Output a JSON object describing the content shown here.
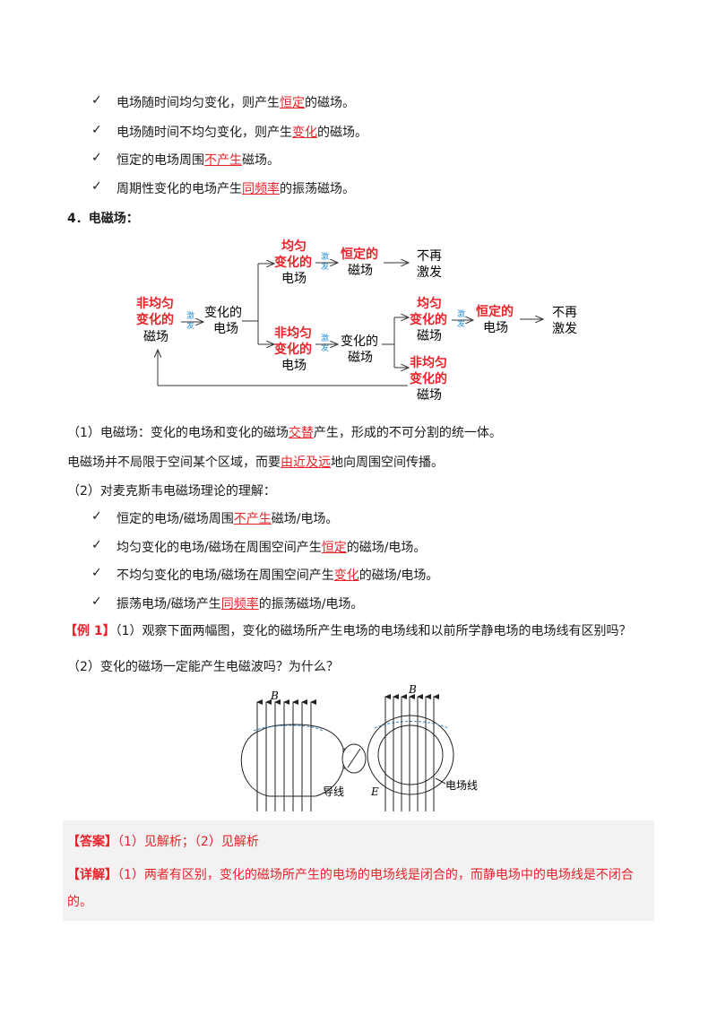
{
  "section3_items": [
    {
      "before": "电场随时间均匀变化，则产生",
      "em": "恒定",
      "after": "的磁场。"
    },
    {
      "before": "电场随时间不均匀变化，则产生",
      "em": "变化",
      "after": "的磁场。"
    },
    {
      "before": "恒定的电场周围",
      "em": "不产生",
      "after": "磁场。"
    },
    {
      "before": "周期性变化的电场产生",
      "em": "同频率",
      "after": "的振荡磁场。"
    }
  ],
  "heading4": "4．电磁场：",
  "flow": {
    "n_start_red": [
      "非均匀",
      "变化的"
    ],
    "n_start_black": "磁场",
    "arrow_label": [
      "激",
      "发"
    ],
    "n_changing_e": [
      "变化的",
      "电场"
    ],
    "top_red": [
      "均匀",
      "变化的"
    ],
    "top_black": "电场",
    "top_result_red": "恒定的",
    "top_result_black": "磁场",
    "top_end": [
      "不再",
      "激发"
    ],
    "mid_red": [
      "非均匀",
      "变化的"
    ],
    "mid_black": "电场",
    "mid_result": [
      "变化的",
      "磁场"
    ],
    "r_top_red": [
      "均匀",
      "变化的"
    ],
    "r_top_black": "磁场",
    "r_result_red": "恒定的",
    "r_result_black": "电场",
    "r_end": [
      "不再",
      "激发"
    ],
    "r_bot_red": [
      "非均匀",
      "变化的"
    ],
    "r_bot_black": "磁场"
  },
  "p1": {
    "before": "（1）电磁场：变化的电场和变化的磁场",
    "em": "交替",
    "after": "产生，形成的不可分割的统一体。"
  },
  "p1b": {
    "before": "电磁场并不局限于空间某个区域，而要",
    "em": "由近及远",
    "after": "地向周围空间传播。"
  },
  "p2": "（2）对麦克斯韦电磁场理论的理解：",
  "section4_items": [
    {
      "before": "恒定的电场/磁场周围",
      "em": "不产生",
      "after": "磁场/电场。"
    },
    {
      "before": "均匀变化的电场/磁场在周围空间产生",
      "em": "恒定",
      "after": "的磁场/电场。"
    },
    {
      "before": "不均匀变化的电场/磁场在周围空间产生",
      "em": "变化",
      "after": "的磁场/电场。"
    },
    {
      "before": "振荡电场/磁场产生",
      "em": "同频率",
      "after": "的振荡磁场/电场。"
    }
  ],
  "example": {
    "tag": "【例 1】",
    "q1": "（1）观察下面两幅图，变化的磁场所产生电场的电场线和以前所学静电场的电场线有区别吗？",
    "q2": "（2）变化的磁场一定能产生电磁波吗？为什么？"
  },
  "figure": {
    "label_B1": "B",
    "label_B2": "B",
    "label_wire": "导线",
    "label_E": "E",
    "label_field_line": "电场线"
  },
  "answer": {
    "tag": "【答案】",
    "text": "（1）见解析；（2）见解析"
  },
  "detail": {
    "tag": "【详解】",
    "line1": "（1）两者有区别，变化的磁场所产生的电场的电场线是闭合的，而静电场中的电场线是不闭合",
    "line2": "的。"
  },
  "check_symbol": "✓"
}
